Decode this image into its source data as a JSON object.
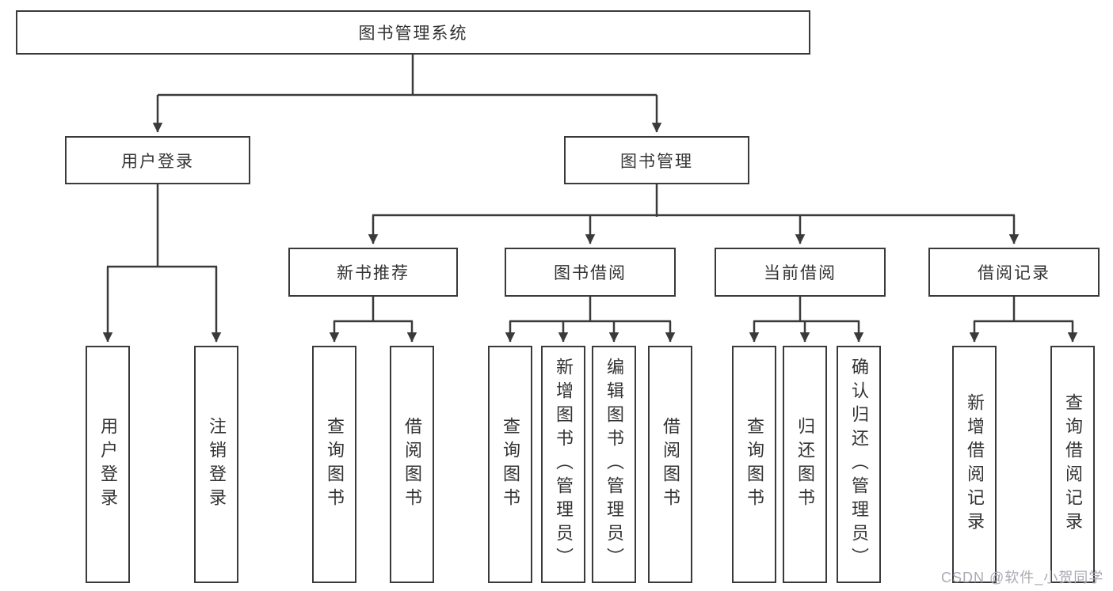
{
  "tree": {
    "label": "图书管理系统",
    "children": [
      {
        "label": "用户登录",
        "children": [
          {
            "label": "用户登录"
          },
          {
            "label": "注销登录"
          }
        ]
      },
      {
        "label": "图书管理",
        "children": [
          {
            "label": "新书推荐",
            "children": [
              {
                "label": "查询图书"
              },
              {
                "label": "借阅图书"
              }
            ]
          },
          {
            "label": "图书借阅",
            "children": [
              {
                "label": "查询图书"
              },
              {
                "label": "新增图书（管理员）"
              },
              {
                "label": "编辑图书（管理员）"
              },
              {
                "label": "借阅图书"
              }
            ]
          },
          {
            "label": "当前借阅",
            "children": [
              {
                "label": "查询图书"
              },
              {
                "label": "归还图书"
              },
              {
                "label": "确认归还（管理员）"
              }
            ]
          },
          {
            "label": "借阅记录",
            "children": [
              {
                "label": "新增借阅记录"
              },
              {
                "label": "查询借阅记录"
              }
            ]
          }
        ]
      }
    ]
  },
  "watermark": {
    "text": "CSDN @软件_小贺同学"
  },
  "colors": {
    "line": "#3a3a3a",
    "box_border": "#3a3a3a",
    "text": "#333333",
    "background": "#ffffff",
    "watermark": "#a9abb3"
  }
}
